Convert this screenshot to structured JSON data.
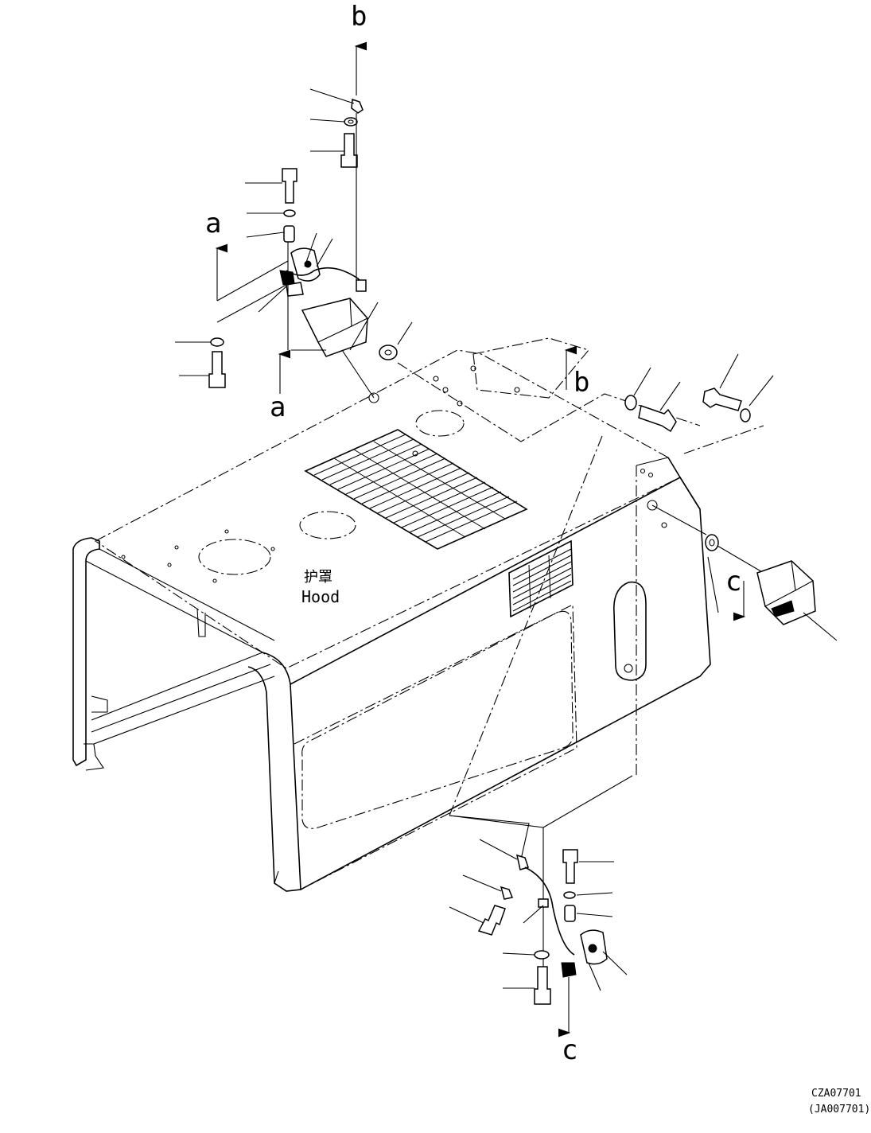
{
  "diagram": {
    "part_name_cn": "护罩",
    "part_name_en": "Hood",
    "ref_b_top": "b",
    "ref_b_right": "b",
    "ref_a_upper": "a",
    "ref_a_lower": "a",
    "ref_c_right": "c",
    "ref_c_bottom": "c",
    "drawing_code": "CZA07701",
    "drawing_code_alt": "(JA007701)"
  }
}
